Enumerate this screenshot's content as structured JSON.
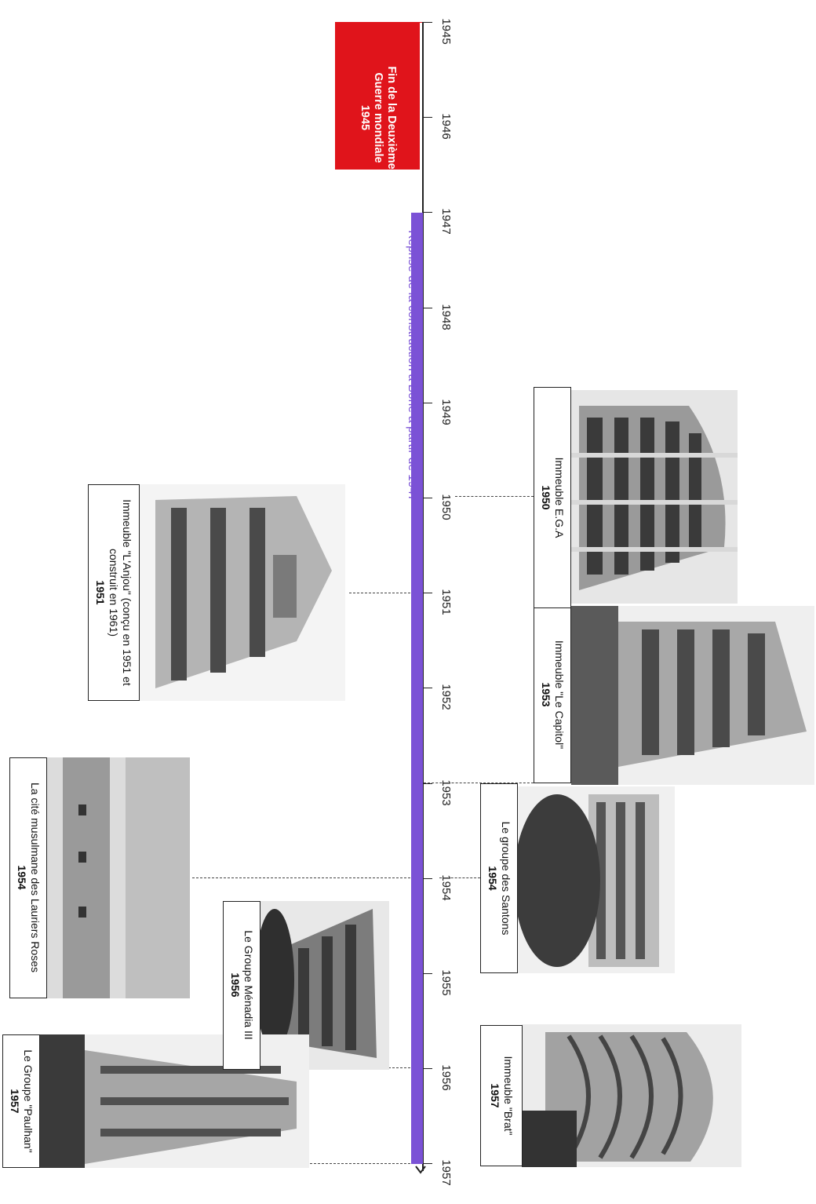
{
  "axis": {
    "years": [
      "1945",
      "1946",
      "1947",
      "1948",
      "1949",
      "1950",
      "1951",
      "1952",
      "1953",
      "1954",
      "1955",
      "1956",
      "1957"
    ]
  },
  "period": {
    "label": "Reprise de la construction à Bône à partir de 1947",
    "color": "#7b52d6",
    "start_year": 1947,
    "end_year": 1957
  },
  "event": {
    "line1": "Fin de la Deuxième",
    "line2": "Guerre mondiale",
    "year": "1945",
    "color": "#e0141b"
  },
  "buildings": [
    {
      "id": "ega",
      "name": "Immeuble E.G.A",
      "year": "1950"
    },
    {
      "id": "anjou",
      "name": "Immeuble \"L'Anjou\" (conçu en 1951 et construit en 1961)",
      "year": "1951"
    },
    {
      "id": "capitol",
      "name": "Immeuble \"Le Capitol\"",
      "year": "1953"
    },
    {
      "id": "santons",
      "name": "Le groupe des Santons",
      "year": "1954"
    },
    {
      "id": "lauriers",
      "name": "La cité musulmane des Lauriers Roses",
      "year": "1954"
    },
    {
      "id": "menadia",
      "name": "Le Groupe Ménadia III",
      "year": "1956"
    },
    {
      "id": "brat",
      "name": "Immeuble \"Brat\"",
      "year": "1957"
    },
    {
      "id": "paulhan",
      "name": "Le Groupe \"Paulhan\"",
      "year": "1957"
    }
  ]
}
